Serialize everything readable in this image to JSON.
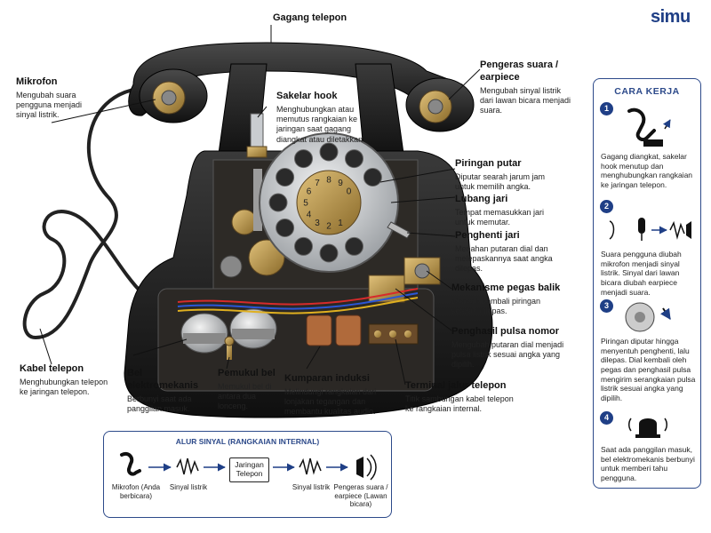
{
  "brand": {
    "logo_text": "simu"
  },
  "labels": {
    "handset": {
      "title": "Gagang telepon"
    },
    "microphone": {
      "title": "Mikrofon",
      "desc": "Mengubah suara pengguna menjadi sinyal listrik."
    },
    "hook_switch": {
      "title": "Sakelar hook",
      "desc": "Menghubungkan atau memutus rangkaian ke jaringan saat gagang diangkat atau diletakkan."
    },
    "earpiece": {
      "title": "Pengeras suara / earpiece",
      "desc": "Mengubah sinyal listrik dari lawan bicara menjadi suara."
    },
    "dial": {
      "title": "Piringan putar",
      "desc": "Diputar searah jarum jam untuk memilih angka."
    },
    "finger_hole": {
      "title": "Lubang jari",
      "desc": "Tempat memasukkan jari untuk memutar."
    },
    "finger_stop": {
      "title": "Penghenti jari",
      "desc": "Menahan putaran dial dan melepaskannya saat angka dilepas."
    },
    "spring": {
      "title": "Mekanisme pegas balik",
      "desc": "Menarik kembali piringan setelah dilepas."
    },
    "pulse": {
      "title": "Penghasil pulsa nomor",
      "desc": "Mengubah putaran dial menjadi pulsa listrik sesuai angka yang dipilih."
    },
    "terminal": {
      "title": "Terminal jalur telepon",
      "desc": "Titik sambungan kabel telepon ke rangkaian internal."
    },
    "cable": {
      "title": "Kabel telepon",
      "desc": "Menghubungkan telepon ke jaringan telepon."
    },
    "bell": {
      "title": "Bel elektromekanis",
      "desc": "Berbunyi saat ada panggilan masuk."
    },
    "striker": {
      "title": "Pemukul bel",
      "desc": "Memukul bel di antara dua lonceng."
    },
    "coil": {
      "title": "Kumparan induksi",
      "desc": "Melindungi rangkaian dari lonjakan tegangan dan membantu kualitas audio."
    }
  },
  "dial_numbers": [
    "1",
    "2",
    "3",
    "4",
    "5",
    "6",
    "7",
    "8",
    "9",
    "0"
  ],
  "how_it_works": {
    "title": "CARA KERJA",
    "steps": [
      {
        "num": "1",
        "text": "Gagang diangkat, sakelar hook menutup dan menghubungkan rangkaian ke jaringan telepon."
      },
      {
        "num": "2",
        "text": "Suara pengguna diubah mikrofon menjadi sinyal listrik. Sinyal dari lawan bicara diubah earpiece menjadi suara."
      },
      {
        "num": "3",
        "text": "Piringan diputar hingga menyentuh penghenti, lalu dilepas. Dial kembali oleh pegas dan penghasil pulsa mengirim serangkaian pulsa listrik sesuai angka yang dipilih."
      },
      {
        "num": "4",
        "text": "Saat ada panggilan masuk, bel elektromekanis berbunyi untuk memberi tahu pengguna."
      }
    ]
  },
  "signal_flow": {
    "title": "ALUR SINYAL (RANGKAIAN INTERNAL)",
    "mic_caption": "Mikrofon (Anda berbicara)",
    "signal1_caption": "Sinyal listrik",
    "network_label": "Jaringan Telepon",
    "signal2_caption": "Sinyal listrik",
    "speaker_caption": "Pengeras suara / earpiece (Lawan bicara)"
  },
  "colors": {
    "accent": "#1f3f86",
    "body": "#1c1c1c",
    "brass": "#b38a3e",
    "chrome": "#c9ccd0"
  }
}
